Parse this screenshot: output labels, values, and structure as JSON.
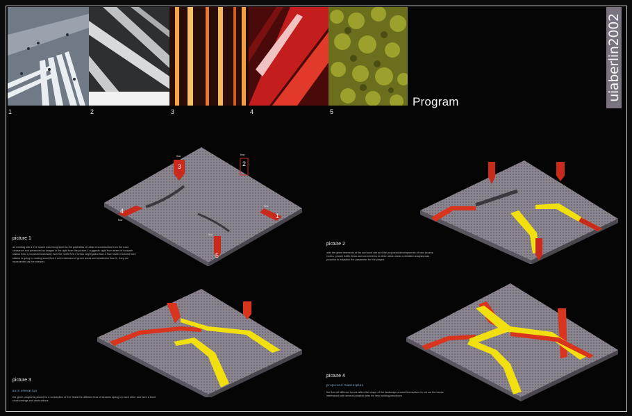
{
  "brand": "uiaberlin2002",
  "program_title": "Program",
  "photos": [
    {
      "num": "1",
      "subject": "crosswalk"
    },
    {
      "num": "2",
      "subject": "highway"
    },
    {
      "num": "3",
      "subject": "lights"
    },
    {
      "num": "4",
      "subject": "train"
    },
    {
      "num": "5",
      "subject": "forest"
    }
  ],
  "colors": {
    "yellow": "#f2df10",
    "red": "#d9341e",
    "darkred": "#b01818",
    "terrain": "#8b8590"
  },
  "flows": [
    {
      "label": "2",
      "text": "flow"
    },
    {
      "label": "3",
      "text": "flow"
    },
    {
      "label": "4",
      "text": "flow"
    },
    {
      "label": "1",
      "text": "flow"
    },
    {
      "label": "5",
      "text": "flow"
    }
  ],
  "pictures": [
    {
      "label": "picture  1",
      "text": "an existing site a free space was recognised as the potentials of urban reconstruction from the road, clearance and presented as images in the right from the picture 1 suggests sight from street of footpath station flow 1 proposed motorway from the north flow 2 urban segregation flow 3 flow routes motorist from station is going to underground flow 4 and extension of green areas and residential flow 5 - they are represented as the streams"
    },
    {
      "label": "picture 2",
      "text": "with the given elements of the surround site and the proposed developments of new access routes, people traffic flows and connections to other urban areas a detailed analysis was possible to establish the parameter for the project."
    },
    {
      "label": "picture 3",
      "subtitle": "axis elevation",
      "text": "the given programs placed for a conception of free flows the different flow of streams spring on each other and form a blunt shortcomings and obstructions"
    },
    {
      "label": "picture 4",
      "subtitle": "proposed masterplan",
      "text": "the flow off different forces affect the shape of the landscape around themselves to cut out the dance intertwined with several possible sites for new building structures"
    }
  ]
}
